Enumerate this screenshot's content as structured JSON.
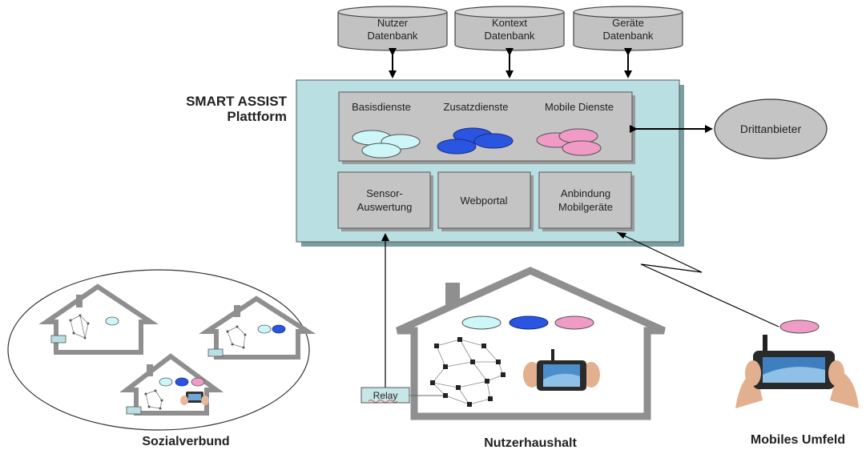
{
  "databases": [
    {
      "line1": "Nutzer",
      "line2": "Datenbank"
    },
    {
      "line1": "Kontext",
      "line2": "Datenbank"
    },
    {
      "line1": "Geräte",
      "line2": "Datenbank"
    }
  ],
  "platform": {
    "title_line1": "SMART ASSIST",
    "title_line2": "Plattform",
    "services": {
      "basis": "Basisdienste",
      "zusatz": "Zusatzdienste",
      "mobile": "Mobile Dienste"
    },
    "modules": [
      {
        "line1": "Sensor-",
        "line2": "Auswertung"
      },
      {
        "line1": "Webportal",
        "line2": ""
      },
      {
        "line1": "Anbindung",
        "line2": "Mobilgeräte"
      }
    ]
  },
  "third_party": "Drittanbieter",
  "relay": "Relay",
  "regions": {
    "social": "Sozialverbund",
    "household": "Nutzerhaushalt",
    "mobile": "Mobiles Umfeld"
  },
  "colors": {
    "platform_fill": "#b9dfe2",
    "panel_fill": "#c4c4c4",
    "db_fill": "#c2c2c2",
    "house_stroke": "#8f8f8f",
    "basis": "#ccf6f8",
    "zusatz": "#2a55e0",
    "mobile": "#f09ac6"
  }
}
